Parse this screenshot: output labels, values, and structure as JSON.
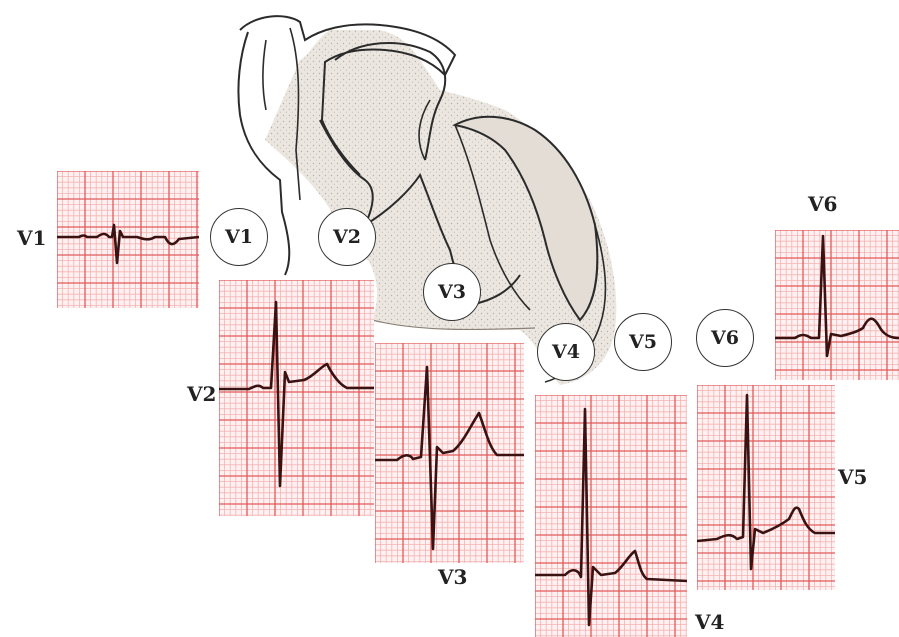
{
  "colors": {
    "grid_minor": "#f4b4b4",
    "grid_major": "#e05a5a",
    "grid_background": "#fff1f1",
    "trace": "#3a1212",
    "heart_outline": "#2b2b2b",
    "heart_fill": "#e9e3dc"
  },
  "electrodes": [
    {
      "id": "v1",
      "label": "V1"
    },
    {
      "id": "v2",
      "label": "V2"
    },
    {
      "id": "v3",
      "label": "V3"
    },
    {
      "id": "v4",
      "label": "V4"
    },
    {
      "id": "v5",
      "label": "V5"
    },
    {
      "id": "v6",
      "label": "V6"
    }
  ],
  "strips": [
    {
      "id": "v1",
      "label": "V1"
    },
    {
      "id": "v2",
      "label": "V2"
    },
    {
      "id": "v3",
      "label": "V3"
    },
    {
      "id": "v4",
      "label": "V4"
    },
    {
      "id": "v5",
      "label": "V5"
    },
    {
      "id": "v6",
      "label": "V6"
    }
  ]
}
